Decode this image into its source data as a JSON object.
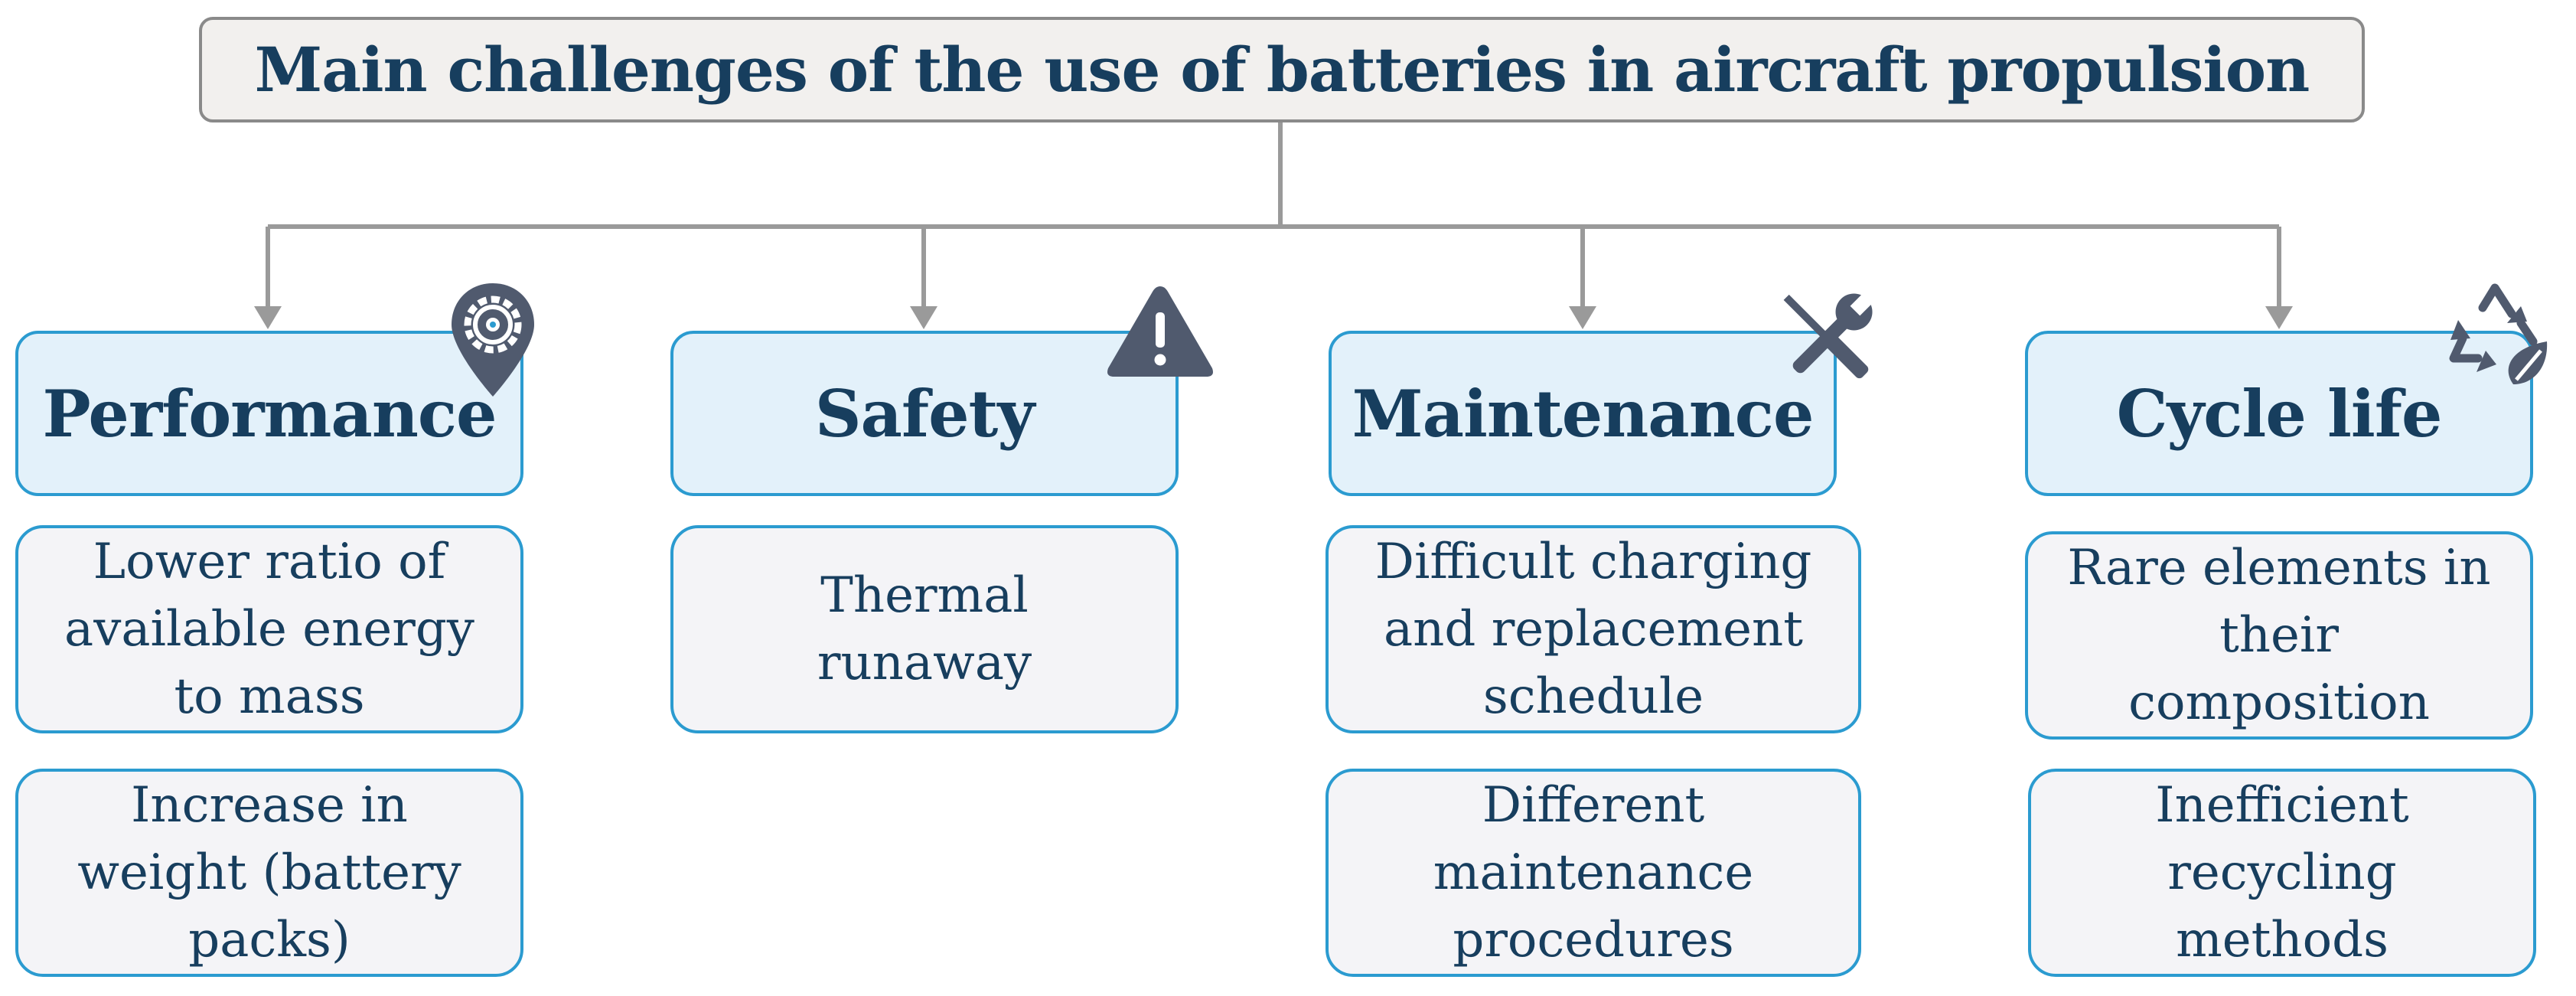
{
  "title": "Main challenges of the use of batteries in aircraft propulsion",
  "colors": {
    "title_text": "#173e5e",
    "box_border": "#2b9bd0",
    "header_fill": "#e3f1fa",
    "item_fill": "#f4f4f7",
    "connector": "#9a9a9a",
    "icon": "#505a6e"
  },
  "categories": [
    {
      "label": "Performance",
      "icon": "gear-location-pin-icon",
      "items": [
        "Lower ratio of\navailable energy\nto mass",
        "Increase in\nweight (battery\npacks)"
      ]
    },
    {
      "label": "Safety",
      "icon": "warning-triangle-icon",
      "items": [
        "Thermal\nrunaway"
      ]
    },
    {
      "label": "Maintenance",
      "icon": "wrench-screwdriver-icon",
      "items": [
        "Difficult charging\nand replacement\nschedule",
        "Different\nmaintenance\nprocedures"
      ]
    },
    {
      "label": "Cycle life",
      "icon": "recycle-leaf-icon",
      "items": [
        "Rare elements in\ntheir\ncomposition",
        "Inefficient\nrecycling\nmethods"
      ]
    }
  ]
}
